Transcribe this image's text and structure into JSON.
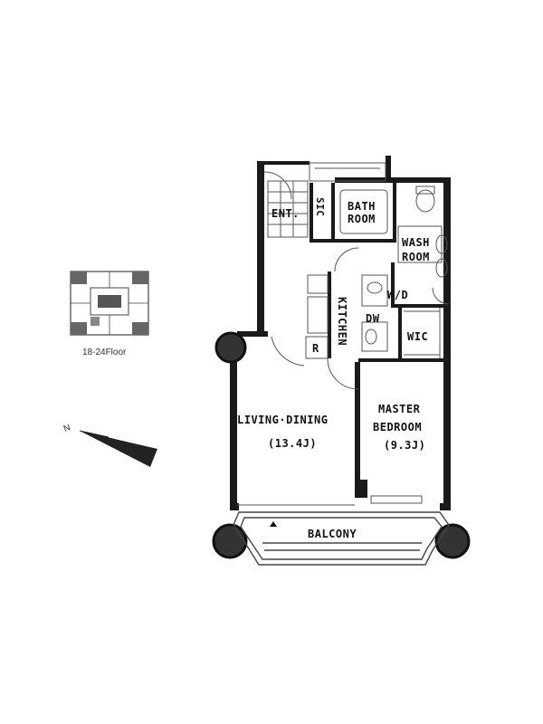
{
  "key_plan": {
    "caption": "18-24Floor"
  },
  "rooms": {
    "entrance": "ENT.",
    "sic": "SIC",
    "bath_line1": "BATH",
    "bath_line2": "ROOM",
    "wash_line1": "WASH",
    "wash_line2": "ROOM",
    "wd": "W/D",
    "kitchen": "KITCHEN",
    "dw": "DW",
    "refrigerator": "R",
    "wic": "WIC",
    "living_line1": "LIVING·DINING",
    "living_line2": "(13.4J)",
    "master_line1": "MASTER",
    "master_line2": "BEDROOM",
    "master_line3": "(9.3J)",
    "balcony": "BALCONY"
  },
  "compass": {
    "label": "N"
  },
  "colors": {
    "wall": "#1a1a1a",
    "line": "#555555",
    "column": "#333333"
  }
}
